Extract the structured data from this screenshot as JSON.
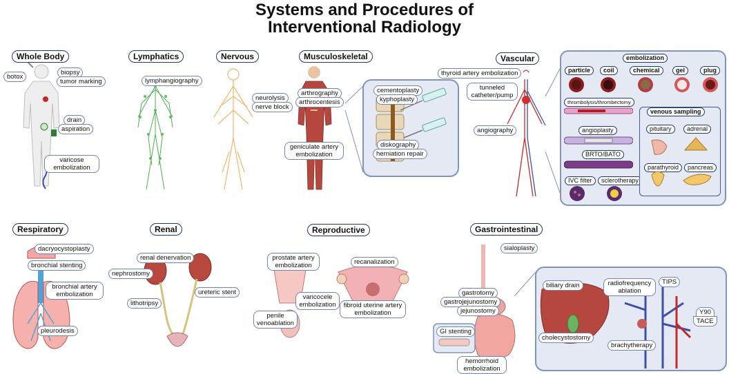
{
  "title": {
    "line1": "Systems and Procedures of",
    "line2": "Interventional Radiology"
  },
  "sections": {
    "whole_body": "Whole Body",
    "lymphatics": "Lymphatics",
    "nervous": "Nervous",
    "musculoskeletal": "Musculoskeletal",
    "vascular": "Vascular",
    "respiratory": "Respiratory",
    "renal": "Renal",
    "reproductive": "Reproductive",
    "gastrointestinal": "Gastrointestinal"
  },
  "whole_body": {
    "botox": "botox",
    "biopsy": "biopsy",
    "tumor_marking": "tumor marking",
    "drain": "drain",
    "aspiration": "aspiration",
    "varicose": "varicose embolization"
  },
  "lymphatics": {
    "lymphangiography": "lymphangiography"
  },
  "nervous": {
    "neurolysis": "neurolysis",
    "nerve_block": "nerve block"
  },
  "musculoskeletal": {
    "arthrography": "arthrography",
    "arthrocentesis": "arthrocentesis",
    "geniculate": "geniculate artery embolization",
    "cementoplasty": "cementoplasty",
    "kyphoplasty": "kyphoplasty",
    "diskography": "diskography",
    "herniation_repair": "herniation repair"
  },
  "vascular": {
    "thyroid": "thyroid artery embolization",
    "tunneled": "tunneled catheter/pump",
    "angiography": "angiography",
    "embolization": "embolization",
    "emb_items": [
      "particle",
      "coil",
      "chemical",
      "gel",
      "plug"
    ],
    "thrombolysis": "thrombolysis/thrombectomy",
    "angioplasty": "angioplasty",
    "brto": "BRTO/BATO",
    "ivc": "IVC filter",
    "sclerotherapy": "sclerotherapy",
    "venous_sampling": "venous sampling",
    "pituitary": "pituitary",
    "adrenal": "adrenal",
    "parathyroid": "parathyroid",
    "pancreas": "pancreas"
  },
  "respiratory": {
    "dacryocystoplasty": "dacryocystoplasty",
    "bronchial_stenting": "bronchial stenting",
    "bronchial_artery": "bronchial artery embolization",
    "pleurodesis": "pleurodesis"
  },
  "renal": {
    "denervation": "renal denervation",
    "nephrostomy": "nephrostomy",
    "lithotripsy": "lithotripsy",
    "ureteric_stent": "ureteric stent"
  },
  "reproductive": {
    "prostate": "prostate artery embolization",
    "recanalization": "recanalization",
    "varicocele": "varicocele embolization",
    "penile": "penile venoablation",
    "fibroid": "fibroid uterine artery embolization"
  },
  "gastrointestinal": {
    "sialoplasty": "sialoplasty",
    "gastrotomy": "gastrotomy",
    "gastrojejunostomy": "gastrojejunostomy",
    "jejunostomy": "jejunostomy",
    "gi_stenting": "GI stenting",
    "hemorrhoid": "hemorrhoid embolization",
    "biliary_drain": "biliary drain",
    "rfa": "radiofrequency ablation",
    "tips": "TIPS",
    "cholecystostomy": "cholecystostomy",
    "brachytherapy": "brachytherapy",
    "y90": "Y90",
    "tace": "TACE"
  }
}
